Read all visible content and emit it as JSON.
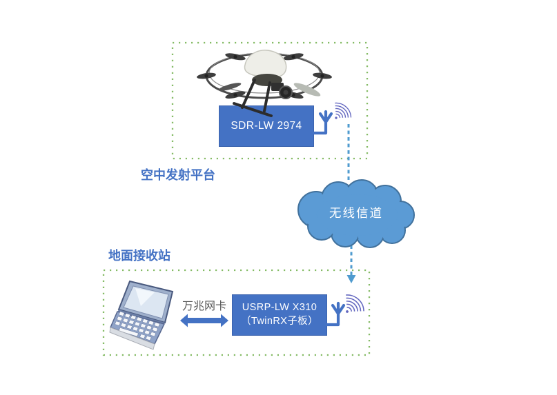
{
  "aerial": {
    "label": "空中发射平台",
    "device": "SDR-LW 2974"
  },
  "channel": {
    "label": "无线信道"
  },
  "ground": {
    "label": "地面接收站",
    "device_line1": "USRP-LW X310",
    "device_line2": "（TwinRX子板）",
    "link_label": "万兆网卡"
  },
  "colors": {
    "accent_blue": "#4472C4",
    "cloud_fill": "#5B9BD5",
    "cloud_stroke": "#41719C",
    "dash_blue": "#4F9BCF",
    "dot_green": "#85BB65",
    "wifi_purple": "#6468C0",
    "label_blue": "#4472C4",
    "link_text": "#595959",
    "device_text": "#FFFFFF"
  }
}
